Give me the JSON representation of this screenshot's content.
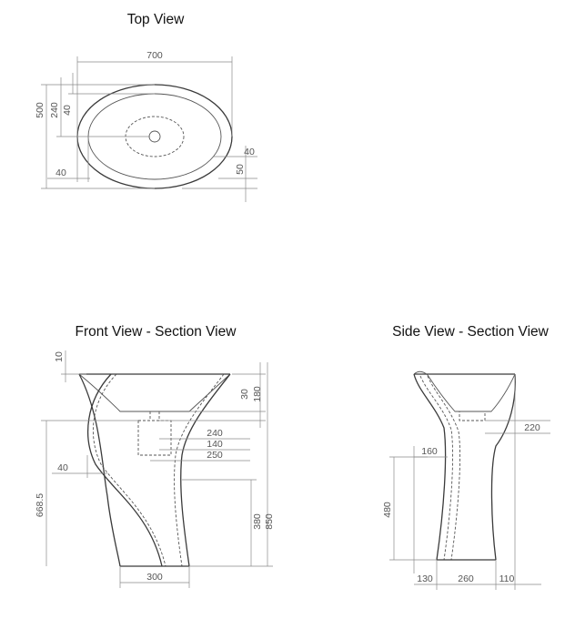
{
  "views": {
    "top": {
      "title": "Top View"
    },
    "front": {
      "title": "Front View - Section View"
    },
    "side": {
      "title": "Side View - Section View"
    }
  },
  "dimensions": {
    "top": [
      "700",
      "500",
      "240",
      "40",
      "40",
      "40",
      "50"
    ],
    "front": [
      "10",
      "30",
      "180",
      "240",
      "140",
      "250",
      "40",
      "668.5",
      "380",
      "850",
      "300"
    ],
    "side": [
      "220",
      "160",
      "480",
      "130",
      "260",
      "110"
    ]
  }
}
